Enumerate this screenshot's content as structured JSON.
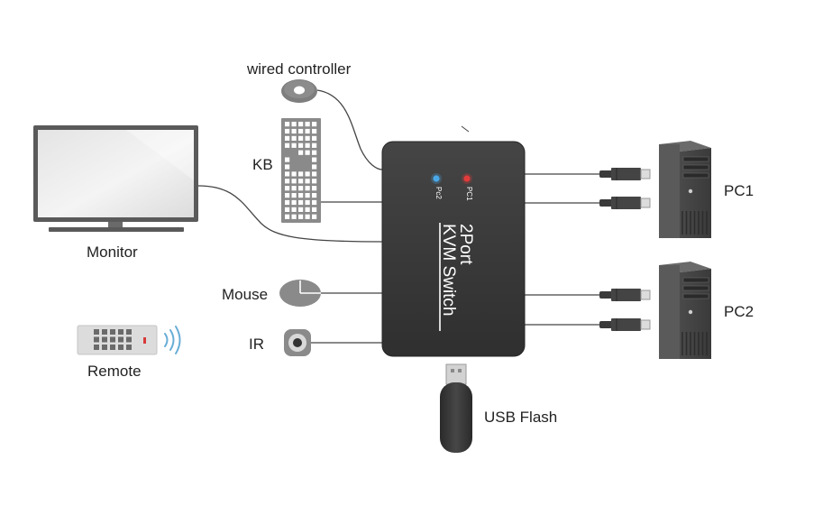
{
  "labels": {
    "wired_controller": "wired controller",
    "kb": "KB",
    "monitor": "Monitor",
    "mouse": "Mouse",
    "ir": "IR",
    "remote": "Remote",
    "usb_flash": "USB Flash",
    "pc1": "PC1",
    "pc2": "PC2"
  },
  "switch": {
    "model_line1": "2Port",
    "model_line2": "KVM Switch",
    "led_pc1_label": "PC1",
    "led_pc2_label": "Pc2",
    "led_pc1_color": "#e23b3b",
    "led_pc2_color": "#4aa8e8"
  },
  "colors": {
    "device_dark": "#3b3b3b",
    "device_grey": "#8a8a8a",
    "cable": "#444444"
  }
}
